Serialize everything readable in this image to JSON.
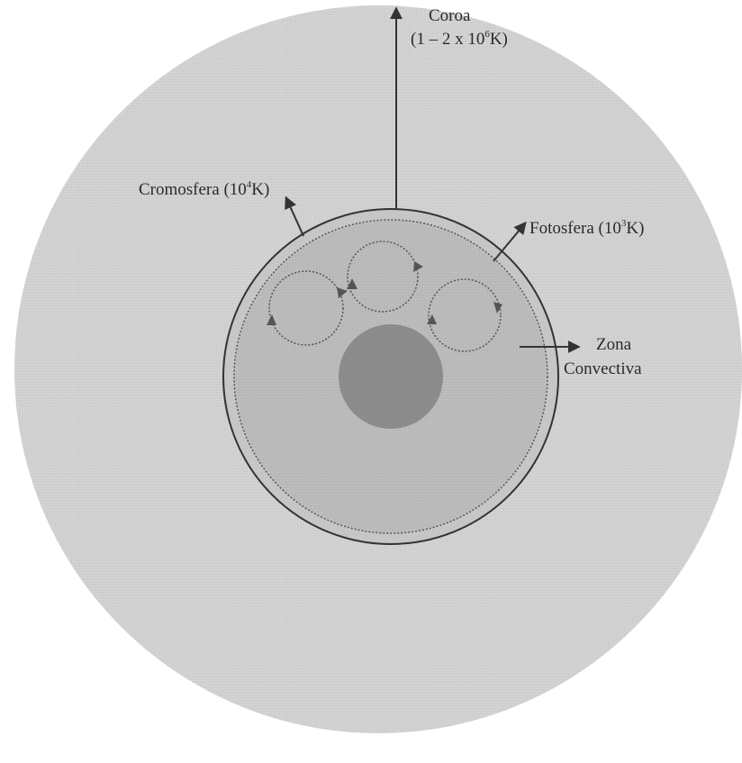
{
  "labels": {
    "corona_line1": "Coroa",
    "corona_line2_pre": "(1 – 2 x 10",
    "corona_exp": "6",
    "corona_post": "K)",
    "chromosphere_pre": "Cromosfera (10",
    "chromosphere_exp": "4",
    "chromosphere_post": "K)",
    "photosphere_pre": "Fotosfera (10",
    "photosphere_exp": "3",
    "photosphere_post": "K)",
    "convective_line1": "Zona",
    "convective_line2": "Convectiva"
  },
  "colors": {
    "corona_fill": "#d4d4d4",
    "chromosphere_fill": "#c6c6c6",
    "photosphere_fill": "#bdbdbd",
    "convective_fill": "#b3b3b3",
    "core_fill": "#8e8e8e",
    "line": "#333333",
    "dotted_ring": "#555555"
  }
}
